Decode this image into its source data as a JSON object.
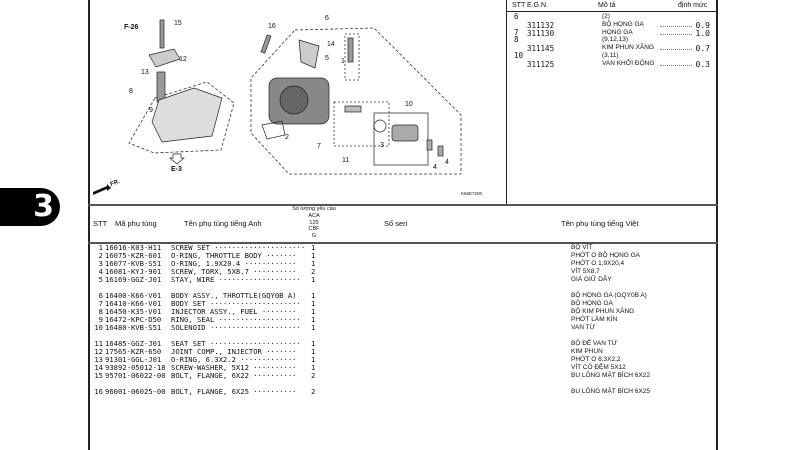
{
  "section_tab": "3",
  "diagram": {
    "callouts": [
      "1",
      "2",
      "3",
      "4",
      "4",
      "5",
      "6",
      "7",
      "8",
      "9",
      "10",
      "11",
      "12",
      "13",
      "14",
      "15",
      "16"
    ],
    "refs": [
      "F-26",
      "E-3"
    ],
    "front_label": "FR.",
    "figure_code": "K66E7200"
  },
  "labor_table": {
    "headers": {
      "stt_egn": "STT E.G.N.",
      "description": "Mô tả",
      "rate": "định mức"
    },
    "rows": [
      {
        "stt": "6",
        "egn": "",
        "desc": "(2)",
        "rate": ""
      },
      {
        "stt": "",
        "egn": "311132",
        "desc": "BỘ HỌNG GA",
        "rate": "0.9"
      },
      {
        "stt": "7",
        "egn": "311130",
        "desc": "HỌNG GA",
        "rate": "1.0"
      },
      {
        "stt": "8",
        "egn": "",
        "desc": "(9,12,13)",
        "rate": ""
      },
      {
        "stt": "",
        "egn": "311145",
        "desc": "KIM PHUN XĂNG",
        "rate": "0.7"
      },
      {
        "stt": "10",
        "egn": "",
        "desc": "(3,11)",
        "rate": ""
      },
      {
        "stt": "",
        "egn": "311125",
        "desc": "VAN KHỞI ĐỘNG",
        "rate": "0.3"
      }
    ]
  },
  "parts_table": {
    "headers": {
      "stt": "STT",
      "part_no": "Mã phụ tùng",
      "name_en": "Tên phụ tùng tiếng Anh",
      "qty_title": "Số lượng yêu cầu",
      "qty_model": [
        "ACA",
        "125",
        "CBF",
        "G"
      ],
      "serial": "Số seri",
      "name_vi": "Tên phụ tùng tiếng Việt"
    },
    "groups": [
      [
        {
          "no": "1",
          "part": "16016-K03-H11",
          "en": "SCREW SET ·····················",
          "qty": "1",
          "vi": "BỘ VÍT"
        },
        {
          "no": "2",
          "part": "16075-KZR-601",
          "en": "O-RING, THROTTLE BODY ·······",
          "qty": "1",
          "vi": "PHỚT O BỘ HỌNG GA"
        },
        {
          "no": "3",
          "part": "16077-KVB-S51",
          "en": "O-RING, 1.9X20.4 ············",
          "qty": "1",
          "vi": "PHỚT O 1,9X20,4"
        },
        {
          "no": "4",
          "part": "16081-KYJ-901",
          "en": "SCREW, TORX, 5X8.7 ··········",
          "qty": "2",
          "vi": "VÍT 5X8,7"
        },
        {
          "no": "5",
          "part": "16169-GGZ-J01",
          "en": "STAY, WIRE ···················",
          "qty": "1",
          "vi": "GIÁ GIỮ DÂY"
        }
      ],
      [
        {
          "no": "6",
          "part": "16400-K66-V01",
          "en": "BODY ASSY., THROTTLE(GQY0B A)",
          "qty": "1",
          "vi": "BỘ HỌNG GA (GQY0B A)"
        },
        {
          "no": "7",
          "part": "16410-K66-V01",
          "en": "BODY SET ·····················",
          "qty": "1",
          "vi": "BỘ HỌNG GA"
        },
        {
          "no": "8",
          "part": "16450-K35-V01",
          "en": "INJECTOR ASSY., FUEL ········",
          "qty": "1",
          "vi": "BỘ KIM PHUN XĂNG"
        },
        {
          "no": "9",
          "part": "16472-KPC-D50",
          "en": "RING, SEAL ···················",
          "qty": "1",
          "vi": "PHỚT LÀM KÍN"
        },
        {
          "no": "10",
          "part": "16480-KVB-S51",
          "en": "SOLENOID ·····················",
          "qty": "1",
          "vi": "VAN TỪ"
        }
      ],
      [
        {
          "no": "11",
          "part": "16485-GGZ-J01",
          "en": "SEAT SET ·····················",
          "qty": "1",
          "vi": "BỘ ĐẾ VAN TỪ"
        },
        {
          "no": "12",
          "part": "17565-KZR-650",
          "en": "JOINT COMP., INJECTOR ·······",
          "qty": "1",
          "vi": "KIM PHUN"
        },
        {
          "no": "13",
          "part": "91301-GGL-J01",
          "en": "O-RING, 6.3X2.2 ·············",
          "qty": "1",
          "vi": "PHỚT O 6,3X2,2"
        },
        {
          "no": "14",
          "part": "93892-05012-18",
          "en": "SCREW-WASHER, 5X12 ··········",
          "qty": "1",
          "vi": "VÍT CÓ ĐỆM 5X12"
        },
        {
          "no": "15",
          "part": "95701-06022-00",
          "en": "BOLT, FLANGE, 6X22 ··········",
          "qty": "2",
          "vi": "BU LÔNG MẶT BÍCH 6X22"
        }
      ],
      [
        {
          "no": "16",
          "part": "96001-06025-00",
          "en": "BOLT, FLANGE, 6X25 ··········",
          "qty": "2",
          "vi": "BU LÔNG MẶT BÍCH 6X25"
        }
      ]
    ]
  }
}
